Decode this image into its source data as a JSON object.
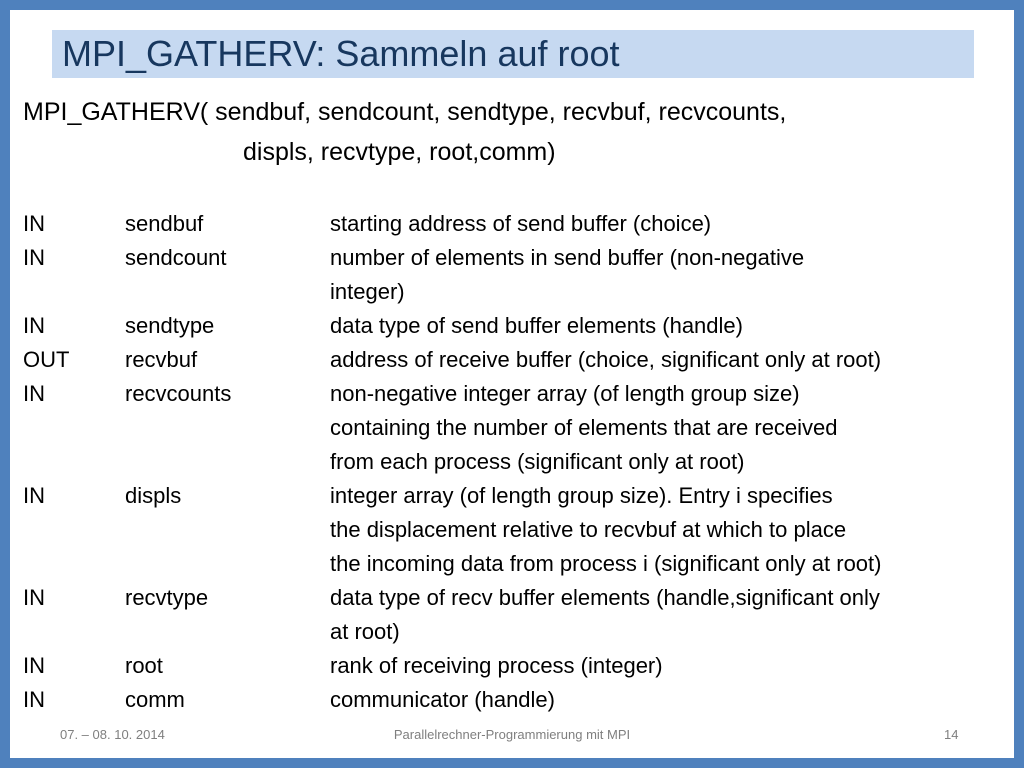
{
  "title": "MPI_GATHERV: Sammeln auf root",
  "signature": {
    "line1": "MPI_GATHERV( sendbuf, sendcount, sendtype, recvbuf, recvcounts,",
    "line2": "displs, recvtype, root,comm)"
  },
  "params": [
    {
      "dir": "IN",
      "name": "sendbuf",
      "desc": [
        "starting address of send buffer (choice)"
      ]
    },
    {
      "dir": "IN",
      "name": "sendcount",
      "desc": [
        "number of elements in send buffer (non-negative",
        "integer)"
      ]
    },
    {
      "dir": "IN",
      "name": "sendtype",
      "desc": [
        "data type of send buffer elements (handle)"
      ]
    },
    {
      "dir": "OUT",
      "name": "recvbuf",
      "desc": [
        "address of receive buffer (choice, significant only at root)"
      ]
    },
    {
      "dir": "IN",
      "name": "recvcounts",
      "desc": [
        "non-negative integer array (of length group size)",
        "containing the number of elements that are received",
        "from each process (significant only at root)"
      ]
    },
    {
      "dir": "IN",
      "name": "displs",
      "desc": [
        "integer array (of length group size). Entry i specifies",
        "the displacement relative to recvbuf at which to place",
        "the incoming data from process i (significant only at root)"
      ]
    },
    {
      "dir": "IN",
      "name": "recvtype",
      "desc": [
        "data type of recv buffer elements (handle,significant only",
        "at root)"
      ]
    },
    {
      "dir": "IN",
      "name": "root",
      "desc": [
        "rank of receiving process (integer)"
      ]
    },
    {
      "dir": "IN",
      "name": "comm",
      "desc": [
        "communicator (handle)"
      ]
    }
  ],
  "footer": {
    "date": "07. – 08. 10. 2014",
    "center": "Parallelrechner-Programmierung mit MPI",
    "page": "14"
  },
  "colors": {
    "frame": "#4f81bd",
    "title_bar": "#c6d9f1",
    "title_text": "#17375e",
    "footer_text": "#7f7f7f"
  }
}
